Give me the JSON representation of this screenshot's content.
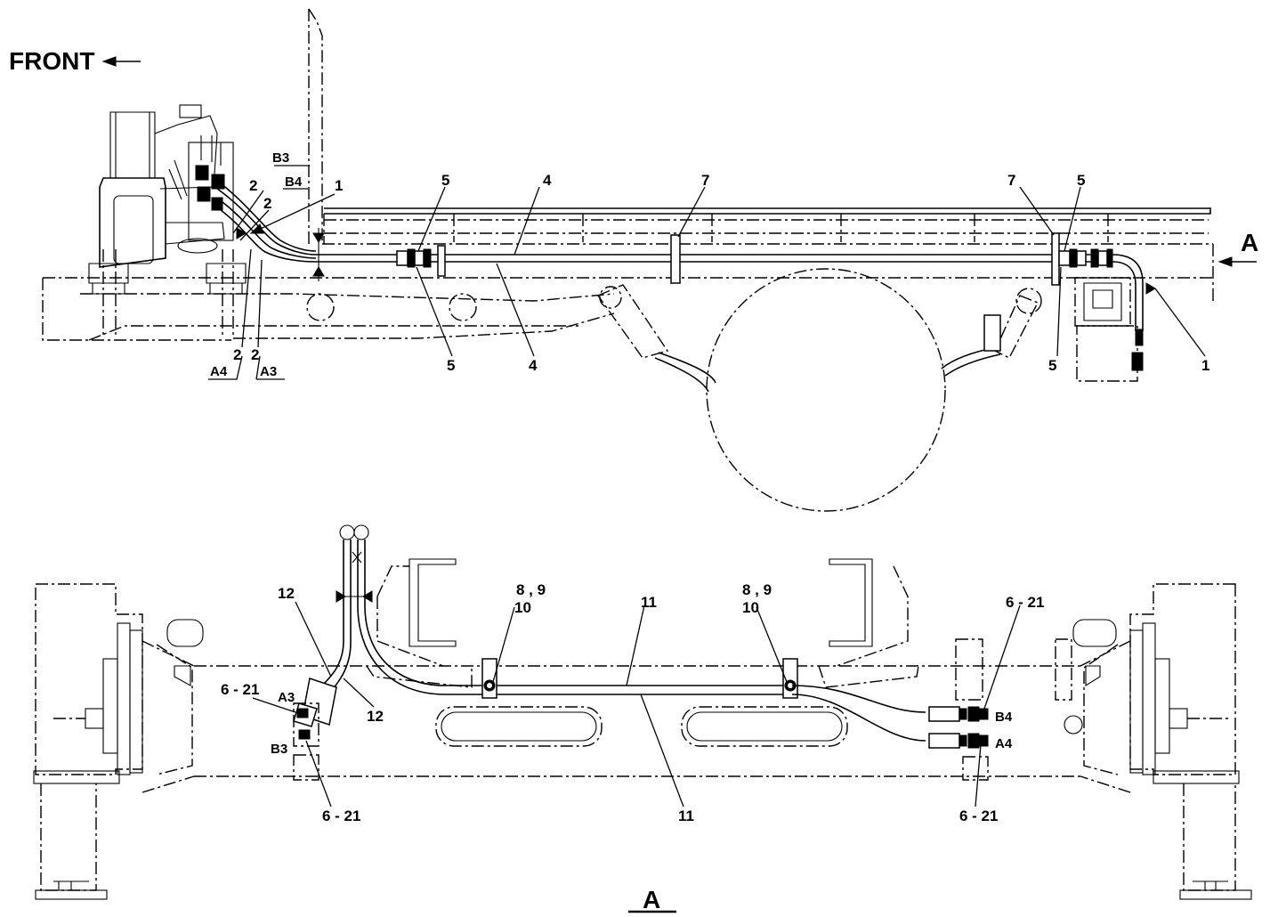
{
  "orientation": {
    "label": "FRONT",
    "arrow": "left-arrow"
  },
  "view_marker": {
    "label": "A"
  },
  "section_title": "A",
  "side_view_labels": {
    "conn_b3": "B3",
    "conn_b4": "B4",
    "conn_a4": "A4",
    "conn_a3": "A3",
    "n1_top": "1",
    "n2_b3": "2",
    "n2_b4": "2",
    "n2_a4": "2",
    "n2_a3": "2",
    "n5_top_left": "5",
    "n4_top": "4",
    "n7_top_left": "7",
    "n7_top_right": "7",
    "n5_top_right": "5",
    "n5_bottom_left": "5",
    "n4_bottom": "4",
    "n5_bottom_right": "5",
    "n1_bottom_right": "1"
  },
  "section_view_labels": {
    "n12_top": "12",
    "n12_bottom": "12",
    "n621_left_top": "6 - 21",
    "a3": "A3",
    "b3": "B3",
    "n621_left_bottom": "6 - 21",
    "n89_left": "8 , 9",
    "n10_left": "10",
    "n11_top": "11",
    "n89_right": "8 , 9",
    "n10_right": "10",
    "n621_right_top": "6 - 21",
    "b4": "B4",
    "a4": "A4",
    "n621_right_bottom": "6 - 21",
    "n11_bottom": "11"
  }
}
